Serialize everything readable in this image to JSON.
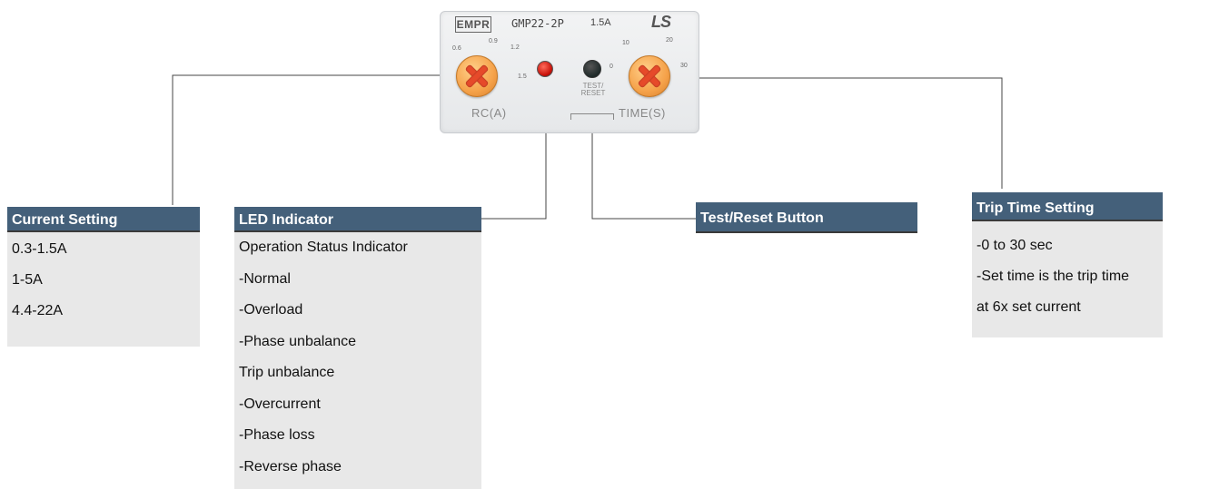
{
  "device": {
    "brand": "EMPR",
    "model": "GMP22-2P",
    "rating": "1.5A",
    "logo": "LS",
    "rc_ticks": [
      "0.6",
      "0.9",
      "1.2",
      "1.5"
    ],
    "time_ticks": [
      "10",
      "20",
      "0",
      "30"
    ],
    "rc_label": "RC(A)",
    "time_label": "TIME(S)",
    "test_label_1": "TEST/",
    "test_label_2": "RESET"
  },
  "callouts": {
    "current": {
      "title": "Current Setting",
      "lines": [
        "0.3-1.5A",
        "1-5A",
        "4.4-22A"
      ]
    },
    "led": {
      "title": "LED Indicator",
      "lines": [
        "Operation Status Indicator",
        "-Normal",
        "-Overload",
        "-Phase unbalance",
        "Trip unbalance",
        "-Overcurrent",
        "-Phase loss",
        "-Reverse phase"
      ]
    },
    "test": {
      "title": "Test/Reset Button"
    },
    "trip": {
      "title": "Trip Time Setting",
      "lines": [
        "-0 to 30 sec",
        "-Set time is the trip time",
        "at 6x set current"
      ]
    }
  },
  "colors": {
    "title_bg": "#44607a",
    "body_bg": "#e8e8e8",
    "dial": "#f5a24a",
    "led": "#c8120a"
  }
}
